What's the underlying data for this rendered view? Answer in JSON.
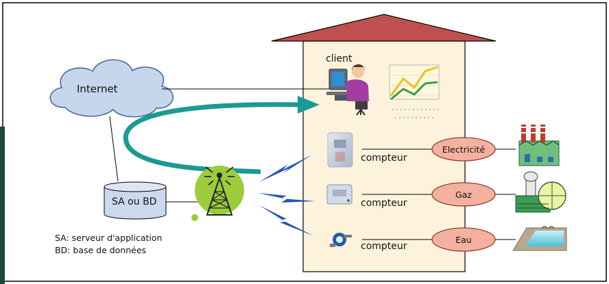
{
  "cloud": {
    "label": "Internet"
  },
  "database": {
    "label": "SA ou BD"
  },
  "legend": {
    "line1": "SA: serveur d'application",
    "line2": "BD: base de données"
  },
  "house": {
    "client_label": "client"
  },
  "meters": [
    {
      "label": "compteur",
      "utility": "Electricité"
    },
    {
      "label": "compteur",
      "utility": "Gaz"
    },
    {
      "label": "compteur",
      "utility": "Eau"
    }
  ],
  "colors": {
    "frame": "#000000",
    "left_bar": "#1f4a38",
    "cloud_fill": "#c6d6ec",
    "cloud_stroke": "#4a6b96",
    "house_fill": "#fdf3dc",
    "roof_fill": "#c0504d",
    "arrow": "#1c9a92",
    "utility_fill": "#f4b1a0",
    "utility_stroke": "#8e3d30",
    "wave": "#2456b8",
    "tower_bg": "#9ccc3c",
    "factory": "#6fbf7f",
    "pool": "#7fd7e6"
  },
  "icons": {
    "client": "person-at-computer-icon",
    "chart": "line-chart-icon",
    "tower": "radio-tower-icon",
    "electric_meter": "electric-meter-icon",
    "gas_meter": "gas-meter-icon",
    "water_meter": "water-meter-icon",
    "factory": "factory-icon",
    "gas_plant": "gas-plant-icon",
    "pool": "water-pool-icon"
  }
}
